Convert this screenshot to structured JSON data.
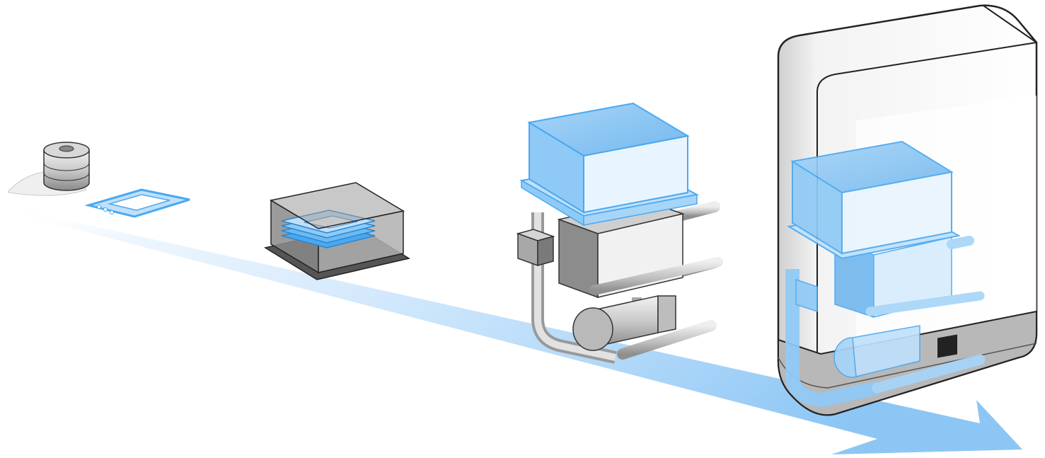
{
  "diagram": {
    "title": "",
    "stages": [
      {
        "name": "raw-material-coil-and-powder",
        "order": 1
      },
      {
        "name": "single-plate-component",
        "order": 2
      },
      {
        "name": "plate-stack-in-housing",
        "order": 3
      },
      {
        "name": "cooling-unit-assembly",
        "order": 4
      },
      {
        "name": "cooling-unit-integrated-in-appliance",
        "order": 5
      }
    ],
    "flow_direction": "left-to-right",
    "colors": {
      "accent_blue": "#4aa8f0",
      "accent_blue_light": "#bfe0fb",
      "accent_blue_fill": "#8fcaf6",
      "metal_light": "#e6e6e6",
      "metal_mid": "#b5b5b5",
      "metal_dark": "#6e6e6e",
      "outline": "#333333",
      "appliance_shell": "#f4f4f4"
    }
  }
}
